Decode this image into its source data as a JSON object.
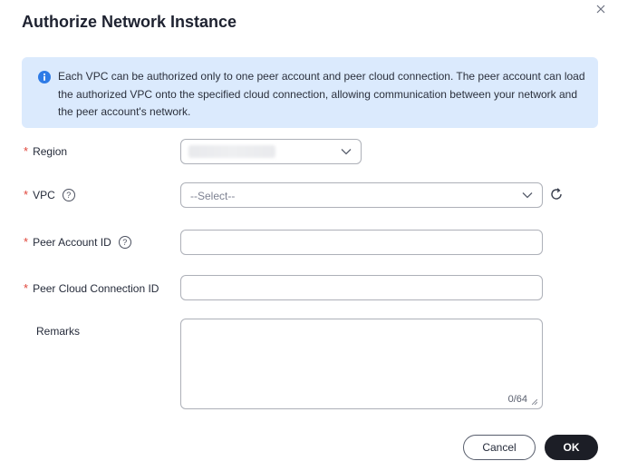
{
  "dialog": {
    "title": "Authorize Network Instance",
    "info_text": "Each VPC can be authorized only to one peer account and peer cloud connection. The peer account can load the authorized VPC onto the specified cloud connection, allowing communication between your network and the peer account's network."
  },
  "form": {
    "required_mark": "*",
    "help_glyph": "?",
    "region": {
      "label": "Region",
      "value": ""
    },
    "vpc": {
      "label": "VPC",
      "placeholder": "--Select--"
    },
    "peer_account_id": {
      "label": "Peer Account ID",
      "value": ""
    },
    "peer_cloud_connection_id": {
      "label": "Peer Cloud Connection ID",
      "value": ""
    },
    "remarks": {
      "label": "Remarks",
      "value": "",
      "counter": "0/64"
    }
  },
  "footer": {
    "cancel_label": "Cancel",
    "ok_label": "OK"
  },
  "icons": {
    "close": "close-icon",
    "info": "info-icon",
    "help": "help-icon",
    "chevron": "chevron-down-icon",
    "refresh": "refresh-icon"
  },
  "colors": {
    "info_background": "#dbeafd",
    "info_icon": "#2e7be6",
    "required": "#e0463b",
    "primary_button": "#1c1e26"
  }
}
